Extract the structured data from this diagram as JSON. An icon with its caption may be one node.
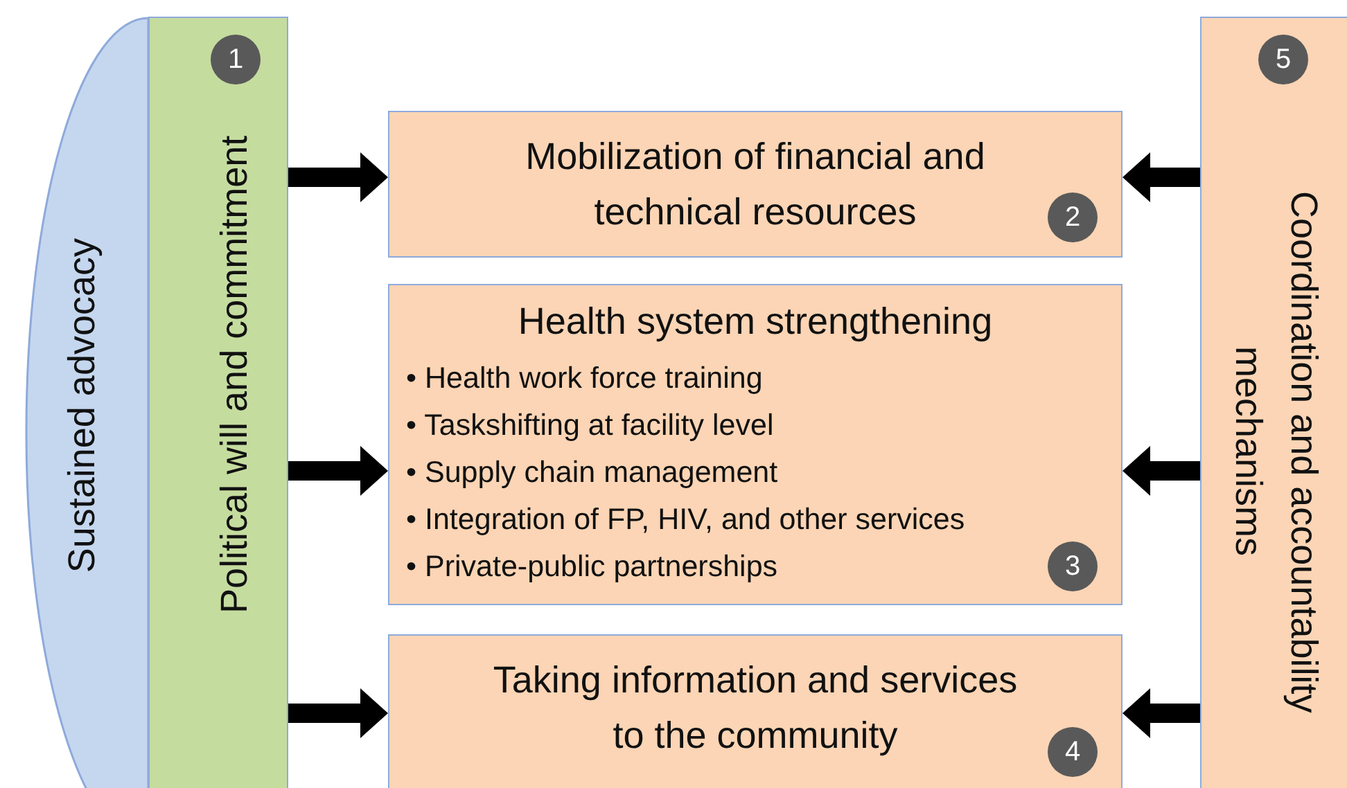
{
  "diagram": {
    "nodes": [
      {
        "text": [
          "Sustained advocacy"
        ]
      },
      {
        "text": [
          "1",
          "Political will and commitment"
        ]
      },
      {
        "text": [
          "Mobilization of financial and technical resources",
          "2"
        ]
      },
      {
        "text": [
          "Health system strengthening",
          "• Health work force training",
          "• Taskshifting at facility level",
          "• Supply chain management",
          "• Integration of FP, HIV, and other services",
          "• Private-public partnerships",
          "3"
        ]
      },
      {
        "text": [
          "Taking information and services to the community",
          "4"
        ]
      },
      {
        "text": [
          "5",
          "Coordination and accountability mechanisms"
        ]
      }
    ],
    "edges": [
      {
        "from": 1,
        "to": 2,
        "arrow": "to"
      },
      {
        "from": 1,
        "to": 3,
        "arrow": "to"
      },
      {
        "from": 1,
        "to": 4,
        "arrow": "to"
      },
      {
        "from": 5,
        "to": 2,
        "arrow": "to"
      },
      {
        "from": 5,
        "to": 3,
        "arrow": "to"
      },
      {
        "from": 5,
        "to": 4,
        "arrow": "to"
      }
    ]
  }
}
